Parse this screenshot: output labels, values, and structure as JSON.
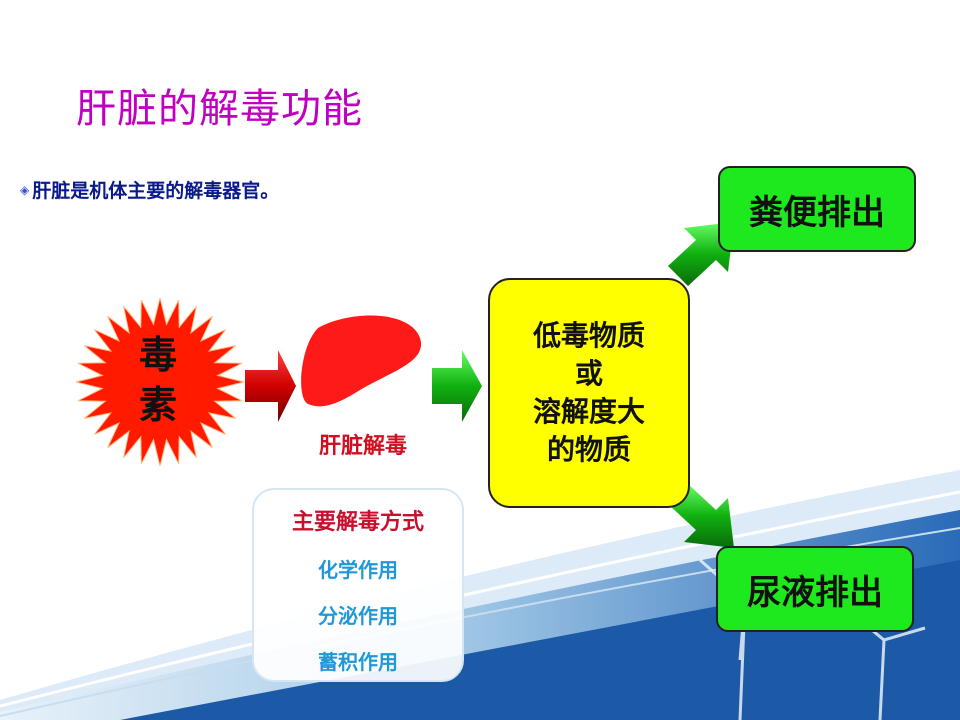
{
  "title": "肝脏的解毒功能",
  "bullet": {
    "icon": "diamond-bullet-icon",
    "text": "肝脏是机体主要的解毒器官。"
  },
  "toxin": {
    "line1": "毒",
    "line2": "素"
  },
  "liver": {
    "label": "肝脏解毒"
  },
  "methods": {
    "title": "主要解毒方式",
    "items": [
      "化学作用",
      "分泌作用",
      "蓄积作用"
    ]
  },
  "result": {
    "lines": [
      "低毒物质",
      "或",
      "溶解度大",
      "的物质"
    ]
  },
  "outputs": {
    "feces": "粪便排出",
    "urine": "尿液排出"
  },
  "colors": {
    "title": "#c000c0",
    "toxin_burst": "#ff1a00",
    "liver": "#ff1a1a",
    "result_box": "#ffff00",
    "output_box": "#1ee81e",
    "method_title": "#c8102e",
    "method_items": "#2098d8",
    "bullet_text": "#0a1a8a"
  }
}
